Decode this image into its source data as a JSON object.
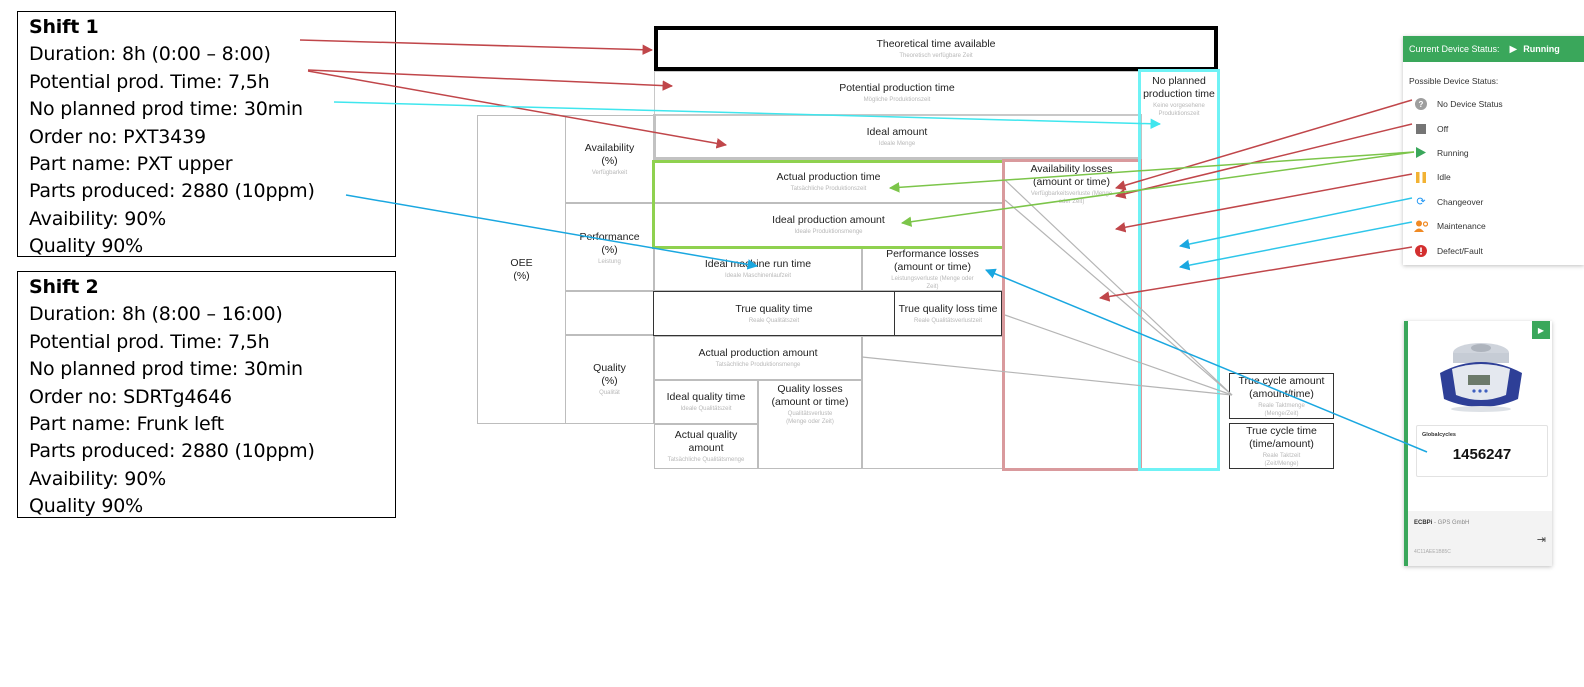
{
  "shift1": {
    "title": "Shift 1",
    "duration": "Duration:  8h (0:00 – 8:00)",
    "potential": "Potential prod. Time: 7,5h",
    "no_planned": "No planned prod time: 30min",
    "order": "Order no: PXT3439",
    "part": "Part name: PXT upper",
    "parts_produced": "Parts produced: 2880 (10ppm)",
    "availability": "Avaibility: 90%",
    "quality": "Quality 90%"
  },
  "shift2": {
    "title": "Shift 2",
    "duration": "Duration:  8h (8:00 – 16:00)",
    "potential": "Potential prod. Time: 7,5h",
    "no_planned": "No planned prod time: 30min",
    "order": "Order no: SDRTg4646",
    "part": "Part name: Frunk left",
    "parts_produced": "Parts produced: 2880 (10ppm)",
    "availability": "Avaibility: 90%",
    "quality": "Quality 90%"
  },
  "oee": {
    "theoretical": {
      "t": "Theoretical time available",
      "s": "Theoretisch verfügbare Zeit"
    },
    "potential": {
      "t": "Potential production time",
      "s": "Mögliche Produktionszeit"
    },
    "no_planned": {
      "t": "No planned production time",
      "s": "Keine vorgesehene Produktionszeit"
    },
    "ideal_amount": {
      "t": "Ideal amount",
      "s": "Ideale Menge"
    },
    "oee": {
      "t": "OEE (%)"
    },
    "availability": {
      "t": "Availability (%)",
      "s": "Verfügbarkeit"
    },
    "performance": {
      "t": "Performance (%)",
      "s": "Leistung"
    },
    "quality": {
      "t": "Quality (%)",
      "s": "Qualität"
    },
    "actual_prod_time": {
      "t": "Actual production time",
      "s": "Tatsächliche Produktionszeit"
    },
    "ideal_prod_amount": {
      "t": "Ideal production amount",
      "s": "Ideale Produktionsmenge"
    },
    "availability_losses": {
      "t": "Availability losses (amount or time)",
      "s": "Verfügbarkeitsverluste (Menge oder Zeit)"
    },
    "ideal_machine_run": {
      "t": "Ideal machine run time",
      "s": "Ideale Maschinenlaufzeit"
    },
    "performance_losses": {
      "t": "Performance losses (amount or time)",
      "s": "Leistungsverluste (Menge oder Zeit)"
    },
    "true_quality_time": {
      "t": "True quality time",
      "s": "Reale Qualitätszeit"
    },
    "true_quality_loss": {
      "t": "True quality loss time",
      "s": "Reale Qualitätsverlustzeit"
    },
    "actual_prod_amount": {
      "t": "Actual production amount",
      "s": "Tatsächliche Produktionsmenge"
    },
    "ideal_quality_time": {
      "t": "Ideal quality time",
      "s": "Ideale Qualitätszeit"
    },
    "quality_losses": {
      "t": "Quality losses (amount or time)",
      "s": "Qualitätsverluste (Menge oder Zeit)"
    },
    "actual_quality_amount": {
      "t": "Actual quality amount",
      "s": "Tatsächliche Qualitätsmenge"
    },
    "true_cycle_amount": {
      "t": "True cycle amount (amount/time)",
      "s": "Reale Taktmenge (Menge/Zeit)"
    },
    "true_cycle_time": {
      "t": "True cycle time (time/amount)",
      "s": "Reale Taktzeit (Zeit/Menge)"
    }
  },
  "status_panel": {
    "header_label": "Current Device Status:",
    "header_value": "Running",
    "subtitle": "Possible Device Status:",
    "items": [
      {
        "label": "No Device Status",
        "icon": "help-circle-icon",
        "color": "#9e9e9e"
      },
      {
        "label": "Off",
        "icon": "stop-square-icon",
        "color": "#757575"
      },
      {
        "label": "Running",
        "icon": "play-icon",
        "color": "#3aa75b"
      },
      {
        "label": "Idle",
        "icon": "pause-icon",
        "color": "#f2b233"
      },
      {
        "label": "Changeover",
        "icon": "sync-icon",
        "color": "#2196f3"
      },
      {
        "label": "Maintenance",
        "icon": "worker-gear-icon",
        "color": "#f08a24"
      },
      {
        "label": "Defect/Fault",
        "icon": "alert-circle-icon",
        "color": "#d32f2f"
      }
    ]
  },
  "device_card": {
    "counter_label": "Globalcycles",
    "counter_value": "1456247",
    "company_name": "ECBPi",
    "company_suffix": " - GPS GmbH",
    "device_id": "4C11AEE1B85C"
  },
  "colors": {
    "red_arrow": "#c0464a",
    "cyan_arrow": "#3fe6ee",
    "green_arrow": "#7cc54a",
    "blue_arrow": "#1aa7e0",
    "green_frame": "#8fd14f",
    "pink_frame": "#d99a9d",
    "cyan_frame": "#6ff2f5"
  }
}
